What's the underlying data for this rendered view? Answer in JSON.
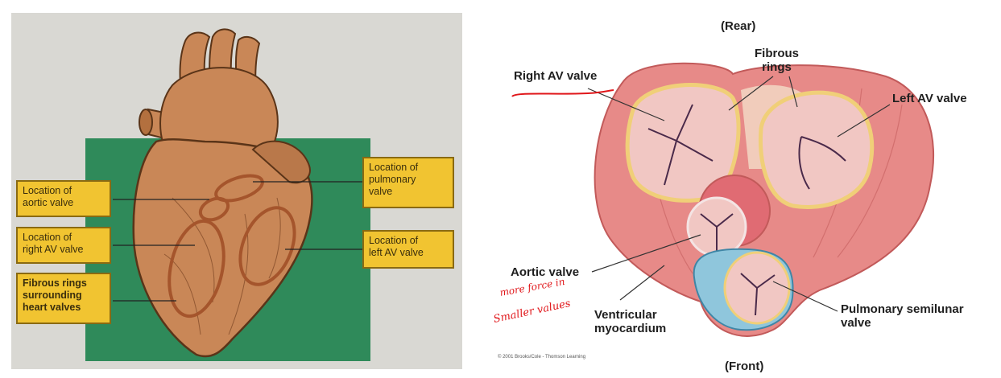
{
  "left_diagram": {
    "labels": {
      "aortic": "Location of\naortic valve",
      "right_av": "Location of\nright AV valve",
      "fibrous": "Fibrous rings\nsurrounding\nheart valves",
      "pulmonary": "Location of\npulmonary\nvalve",
      "left_av": "Location of\nleft AV valve"
    },
    "colors": {
      "heart": "#c98757",
      "backdrop": "#2f8a5a",
      "label_box": "#f1c431",
      "ring": "#a5552c"
    }
  },
  "right_diagram": {
    "labels": {
      "rear": "(Rear)",
      "front": "(Front)",
      "right_av": "Right AV valve",
      "fibrous": "Fibrous\nrings",
      "left_av": "Left AV valve",
      "aortic": "Aortic valve",
      "myocardium": "Ventricular\nmyocardium",
      "pulmonary": "Pulmonary semilunar\nvalve"
    },
    "handwritten_note": {
      "line1": "more force in",
      "line2": "Smaller values"
    },
    "credit": "© 2001 Brooks/Cole - Thomson Learning",
    "colors": {
      "myocardium": "#e78a88",
      "valve": "#f1c7c3",
      "ring": "#f0cf78",
      "pulmonary_outer": "#8fc6dc",
      "annotation": "#e0161a"
    }
  }
}
